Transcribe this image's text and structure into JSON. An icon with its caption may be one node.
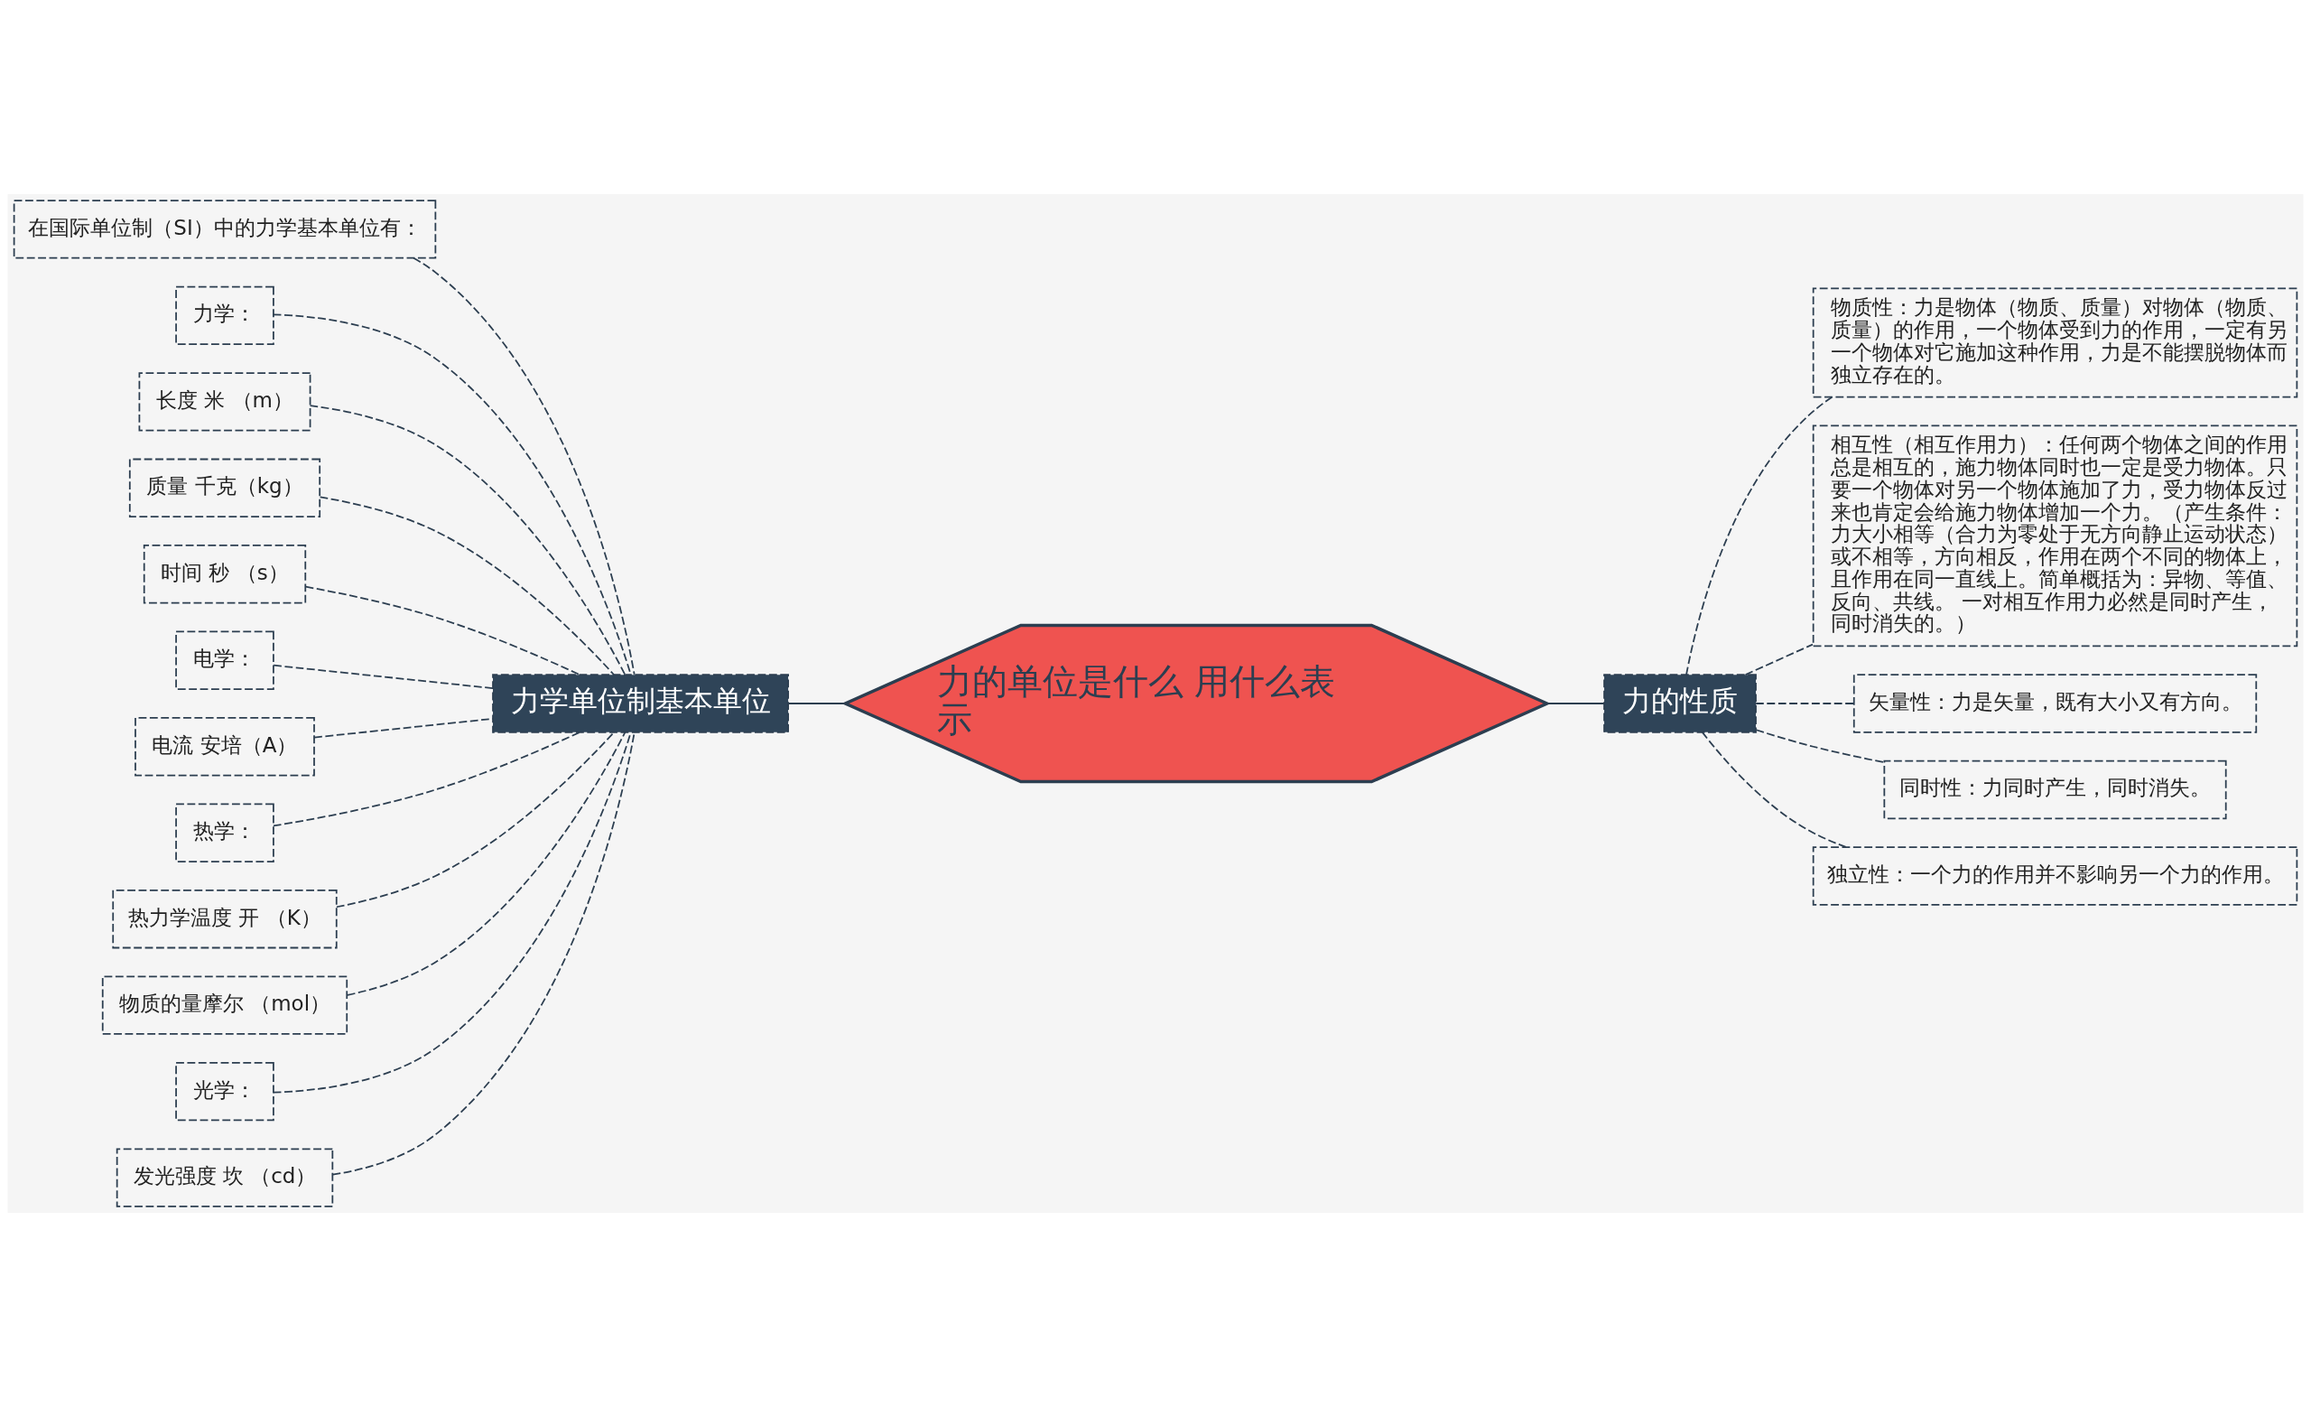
{
  "diagram": {
    "nodes": [
      {
        "text": [
          "力的单位是什么 用什么表示"
        ]
      },
      {
        "text": [
          "力学单位制基本单位"
        ]
      },
      {
        "text": [
          "力的性质"
        ]
      },
      {
        "text": [
          "在国际单位制（SI）中的力学基本单位有："
        ]
      },
      {
        "text": [
          "力学："
        ]
      },
      {
        "text": [
          "长度 米 （m）"
        ]
      },
      {
        "text": [
          "质量 千克（kg）"
        ]
      },
      {
        "text": [
          "时间 秒 （s）"
        ]
      },
      {
        "text": [
          "电学："
        ]
      },
      {
        "text": [
          "电流 安培（A）"
        ]
      },
      {
        "text": [
          "热学："
        ]
      },
      {
        "text": [
          "热力学温度 开 （K）"
        ]
      },
      {
        "text": [
          "物质的量摩尔 （mol）"
        ]
      },
      {
        "text": [
          "光学："
        ]
      },
      {
        "text": [
          "发光强度 坎 （cd）"
        ]
      },
      {
        "text": [
          "物质性：力是物体（物质、质量）对物体（物质、质量）的作用，一个物体受到力的作用，一定有另一个物体对它施加这种作用，力是不能摆脱物体而独立存在的。"
        ]
      },
      {
        "text": [
          "相互性（相互作用力）：任何两个物体之间的作用总是相互的，施力物体同时也一定是受力物体。只要一个物体对另一个物体施加了力，受力物体反过来也肯定会给施力物体增加一个力。（产生条件：力大小相等（合力为零处于无方向静止运动状态）或不相等，方向相反，作用在两个不同的物体上，且作用在同一直线上。简单概括为：异物、等值、反向、共线。 一对相互作用力必然是同时产生，同时消失的。）"
        ]
      },
      {
        "text": [
          "矢量性：力是矢量，既有大小又有方向。"
        ]
      },
      {
        "text": [
          "同时性：力同时产生，同时消失。"
        ]
      },
      {
        "text": [
          "独立性：一个力的作用并不影响另一个力的作用。"
        ]
      }
    ],
    "edges": [
      {
        "from": 1,
        "to": 0,
        "arrow": "none"
      },
      {
        "from": 0,
        "to": 2,
        "arrow": "none"
      },
      {
        "from": 3,
        "to": 1,
        "arrow": "none",
        "style": "dashed"
      },
      {
        "from": 4,
        "to": 1,
        "arrow": "none",
        "style": "dashed"
      },
      {
        "from": 5,
        "to": 1,
        "arrow": "none",
        "style": "dashed"
      },
      {
        "from": 6,
        "to": 1,
        "arrow": "none",
        "style": "dashed"
      },
      {
        "from": 7,
        "to": 1,
        "arrow": "none",
        "style": "dashed"
      },
      {
        "from": 8,
        "to": 1,
        "arrow": "none",
        "style": "dashed"
      },
      {
        "from": 9,
        "to": 1,
        "arrow": "none",
        "style": "dashed"
      },
      {
        "from": 10,
        "to": 1,
        "arrow": "none",
        "style": "dashed"
      },
      {
        "from": 11,
        "to": 1,
        "arrow": "none",
        "style": "dashed"
      },
      {
        "from": 12,
        "to": 1,
        "arrow": "none",
        "style": "dashed"
      },
      {
        "from": 13,
        "to": 1,
        "arrow": "none",
        "style": "dashed"
      },
      {
        "from": 14,
        "to": 1,
        "arrow": "none",
        "style": "dashed"
      },
      {
        "from": 2,
        "to": 15,
        "arrow": "none",
        "style": "dashed"
      },
      {
        "from": 2,
        "to": 16,
        "arrow": "none",
        "style": "dashed"
      },
      {
        "from": 2,
        "to": 17,
        "arrow": "none",
        "style": "dashed"
      },
      {
        "from": 2,
        "to": 18,
        "arrow": "none",
        "style": "dashed"
      },
      {
        "from": 2,
        "to": 19,
        "arrow": "none",
        "style": "dashed"
      }
    ]
  }
}
